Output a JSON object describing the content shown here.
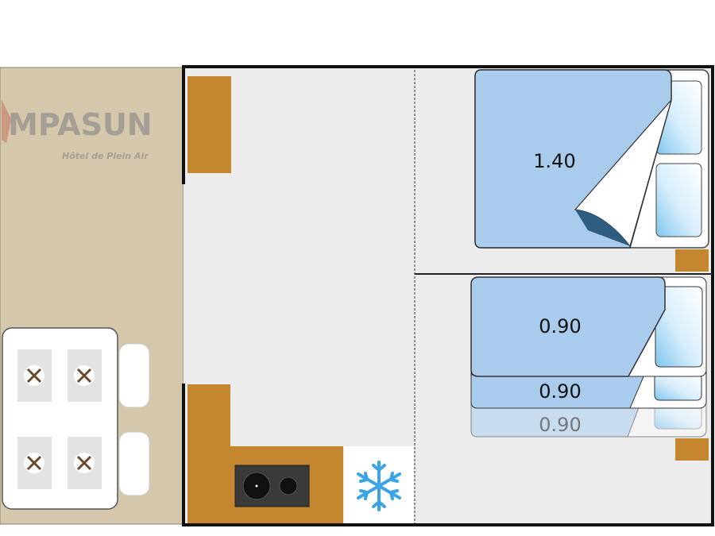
{
  "logo": {
    "name": "MPASUN",
    "tagline": "Hôtel de Plein Air"
  },
  "beds": [
    {
      "label": "1.40",
      "type": "double"
    },
    {
      "label": "0.90",
      "type": "single"
    },
    {
      "label": "0.90",
      "type": "single"
    },
    {
      "label": "0.90",
      "type": "single"
    }
  ],
  "colors": {
    "terrace": "#d4c7ac",
    "floor": "#ececec",
    "wood": "#c4872f",
    "bed": "#a9cbec",
    "wall": "#111111",
    "fridge_icon": "#3aa4e6"
  }
}
